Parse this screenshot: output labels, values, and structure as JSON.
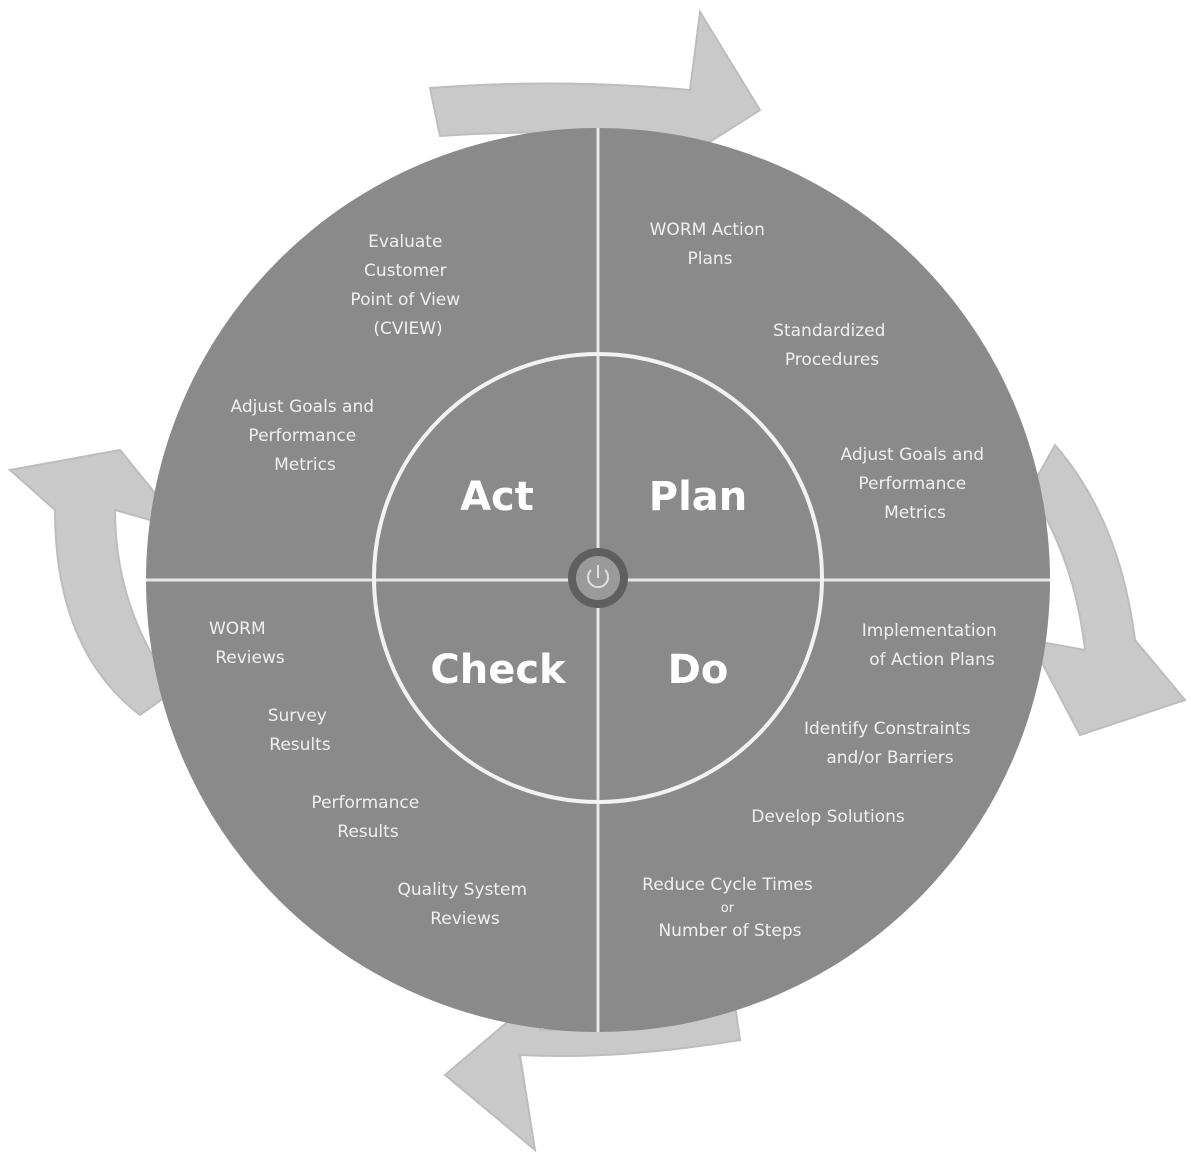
{
  "quadrants": {
    "act": {
      "label": "Act"
    },
    "plan": {
      "label": "Plan"
    },
    "do": {
      "label": "Do"
    },
    "check": {
      "label": "Check"
    }
  },
  "items": {
    "evaluate_customer": [
      "Evaluate",
      "Customer",
      "Point of View",
      "(CVIEW)"
    ],
    "adjust_goals_act": [
      "Adjust Goals and",
      "Performance",
      "Metrics"
    ],
    "worm_action_plans": [
      "WORM Action",
      "Plans"
    ],
    "standardized_procedures": [
      "Standardized",
      "Procedures"
    ],
    "adjust_goals_plan": [
      "Adjust Goals and",
      "Performance",
      "Metrics"
    ],
    "implementation": [
      "Implementation",
      "of Action Plans"
    ],
    "identify_constraints": [
      "Identify Constraints",
      "and/or Barriers"
    ],
    "develop_solutions": [
      "Develop Solutions"
    ],
    "reduce_cycle": [
      "Reduce Cycle Times",
      "or",
      "Number of Steps"
    ],
    "worm_reviews": [
      "WORM",
      "Reviews"
    ],
    "survey_results": [
      "Survey",
      "Results"
    ],
    "performance_results": [
      "Performance",
      "Results"
    ],
    "quality_system_reviews": [
      "Quality System",
      "Reviews"
    ]
  },
  "colors": {
    "disc": "#8a8a8a",
    "arrows": "#c9c9c9",
    "text": "#f0f0f0",
    "ring": "#f2f2f2"
  },
  "icons": {
    "hub": "power-icon"
  }
}
